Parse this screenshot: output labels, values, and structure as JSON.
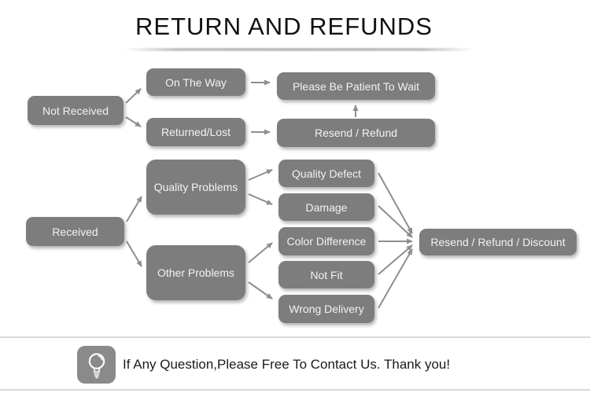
{
  "title": "RETURN AND REFUNDS",
  "colors": {
    "title_text": "#111111",
    "box_fill": "#7d7d7d",
    "box_text": "#f2f2f2",
    "arrow": "#8e8e8e",
    "tile_fill": "#8a8a8a",
    "divider": "#d9d9d9"
  },
  "flowchart": {
    "nodes": {
      "not_received": "Not Received",
      "on_the_way": "On The Way",
      "returned_lost": "Returned/Lost",
      "please_wait": "Please Be Patient To Wait",
      "resend_refund": "Resend / Refund",
      "received": "Received",
      "quality_problems": "Quality Problems",
      "other_problems": "Other Problems",
      "quality_defect": "Quality Defect",
      "damage": "Damage",
      "color_difference": "Color Difference",
      "not_fit": "Not Fit",
      "wrong_delivery": "Wrong Delivery",
      "resend_refund_discount": "Resend / Refund / Discount"
    },
    "edges": [
      {
        "from": "not_received",
        "to": "on_the_way"
      },
      {
        "from": "not_received",
        "to": "returned_lost"
      },
      {
        "from": "on_the_way",
        "to": "please_wait"
      },
      {
        "from": "returned_lost",
        "to": "resend_refund"
      },
      {
        "from": "resend_refund",
        "to": "please_wait"
      },
      {
        "from": "received",
        "to": "quality_problems"
      },
      {
        "from": "received",
        "to": "other_problems"
      },
      {
        "from": "quality_problems",
        "to": "quality_defect"
      },
      {
        "from": "quality_problems",
        "to": "damage"
      },
      {
        "from": "other_problems",
        "to": "color_difference"
      },
      {
        "from": "other_problems",
        "to": "wrong_delivery"
      },
      {
        "from": "quality_defect",
        "to": "resend_refund_discount"
      },
      {
        "from": "damage",
        "to": "resend_refund_discount"
      },
      {
        "from": "color_difference",
        "to": "resend_refund_discount"
      },
      {
        "from": "not_fit",
        "to": "resend_refund_discount"
      },
      {
        "from": "wrong_delivery",
        "to": "resend_refund_discount"
      }
    ]
  },
  "footer": {
    "icon": "light-bulb-icon",
    "message": "If Any Question,Please Free To Contact Us. Thank you!"
  }
}
